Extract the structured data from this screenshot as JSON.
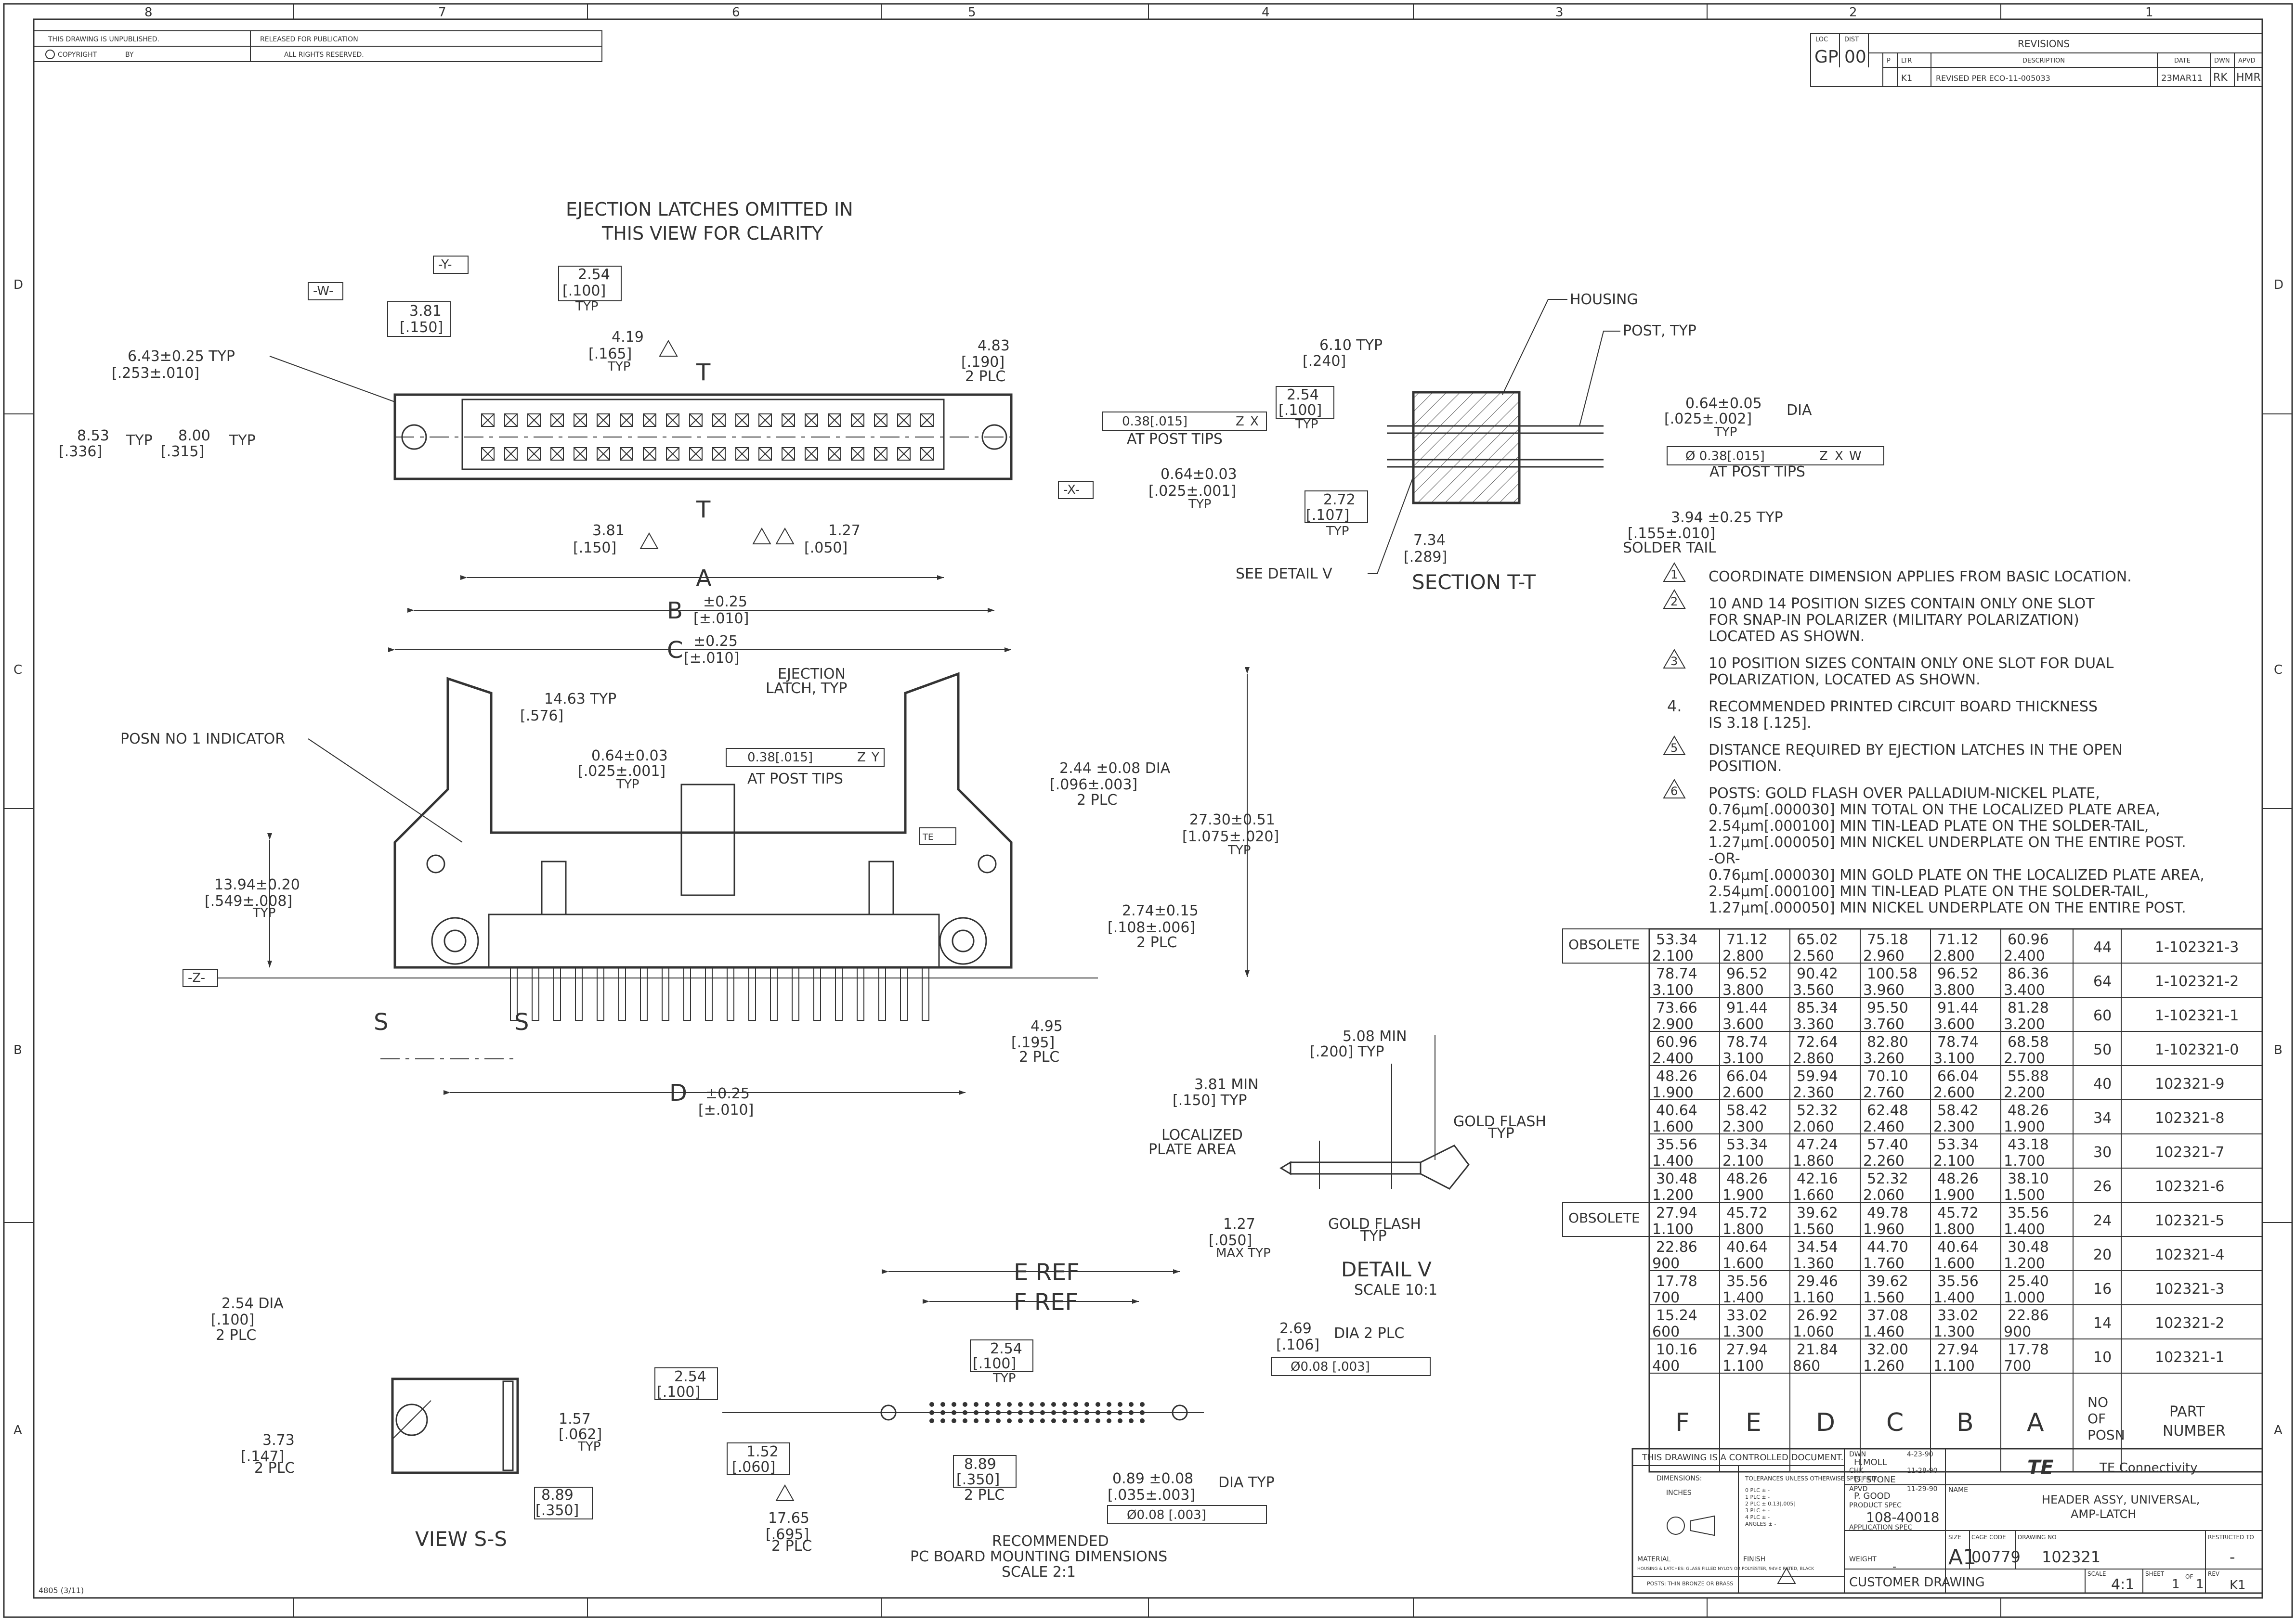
{
  "border": {
    "columns": [
      "8",
      "7",
      "6",
      "5",
      "4",
      "3",
      "2",
      "1"
    ],
    "rows": [
      "D",
      "C",
      "B",
      "A"
    ]
  },
  "title_block_top": {
    "unpublished": "THIS DRAWING IS UNPUBLISHED.",
    "released": "RELEASED FOR PUBLICATION",
    "copyright": "COPYRIGHT",
    "by": "BY",
    "rights": "ALL RIGHTS RESERVED."
  },
  "revisions": {
    "title": "REVISIONS",
    "loc_label": "LOC",
    "loc": "GP",
    "dist_label": "DIST",
    "dist": "00",
    "headers": [
      "P",
      "LTR",
      "DESCRIPTION",
      "DATE",
      "DWN",
      "APVD"
    ],
    "row": {
      "ltr": "K1",
      "desc": "REVISED PER ECO-11-005033",
      "date": "23MAR11",
      "dwn": "RK",
      "apvd": "HMR"
    }
  },
  "top_view": {
    "caption": [
      "EJECTION LATCHES OMITTED IN",
      "THIS VIEW FOR CLARITY"
    ],
    "labels": {
      "y": "-Y-",
      "w": "-W-",
      "x": "-X-",
      "d381": "3.81",
      "d150": "[.150]",
      "d254": "2.54",
      "d100": "[.100]",
      "typ": "TYP",
      "d419": "4.19",
      "d165": "[.165]",
      "d483": "4.83",
      "d190": "[.190]",
      "plc2": "2 PLC",
      "d643": "6.43±0.25 TYP",
      "d253": "[.253±.010]",
      "d853": "8.53",
      "d336": "[.336]",
      "d800": "8.00",
      "d315": "[.315]",
      "t": "T",
      "d381b": "3.81",
      "d150b": "[.150]",
      "d127": "1.27",
      "d050": "[.050]",
      "a": "A",
      "b": "B",
      "c": "C",
      "tol": "±0.25",
      "toli": "[±.010]"
    }
  },
  "front_view": {
    "d1463": "14.63 TYP",
    "d576": "[.576]",
    "ejection": [
      "EJECTION",
      "LATCH, TYP"
    ],
    "posn": "POSN NO 1 INDICATOR",
    "d064": "0.64±0.03",
    "d025": "[.025±.001]",
    "typ": "TYP",
    "fcf": "0.38[.015]",
    "fcf_refs": [
      "Z",
      "Y"
    ],
    "at_post": "AT POST TIPS",
    "d244": "2.44 ±0.08 DIA",
    "d096": "[.096±.003]",
    "plc2": "2 PLC",
    "d2730": "27.30±0.51",
    "d1075": "[1.075±.020]",
    "d1394": "13.94±0.20",
    "d549": "[.549±.008]",
    "d274": "2.74±0.15",
    "d108": "[.108±.006]",
    "z": "-Z-",
    "s": "S",
    "d495": "4.95",
    "d195": "[.195]",
    "d": "D",
    "tol": "±0.25",
    "toli": "[±.010]"
  },
  "section_tt": {
    "housing": "HOUSING",
    "post": "POST, TYP",
    "d610": "6.10 TYP",
    "d240": "[.240]",
    "d254": "2.54",
    "d100": "[.100]",
    "typ": "TYP",
    "fcf1": "0.38[.015]",
    "fcf1_refs": [
      "Z",
      "X"
    ],
    "at_post": "AT POST TIPS",
    "d064": "0.64±0.03",
    "d025": "[.025±.001]",
    "d064b": "0.64±0.05",
    "d025b": "[.025±.002]",
    "dia": "DIA",
    "fcf2": "Ø 0.38[.015]",
    "fcf2_refs": [
      "Z",
      "X",
      "W"
    ],
    "d272": "2.72",
    "d107": "[.107]",
    "d394": "3.94 ±0.25 TYP",
    "d155": "[.155±.010]",
    "solder": "SOLDER TAIL",
    "d734": "7.34",
    "d289": "[.289]",
    "see_detail": "SEE DETAIL V",
    "title": "SECTION T-T"
  },
  "notes": [
    {
      "num": "1",
      "flag": true,
      "text": [
        "COORDINATE DIMENSION APPLIES FROM BASIC LOCATION."
      ]
    },
    {
      "num": "2",
      "flag": true,
      "text": [
        "10 AND 14 POSITION SIZES CONTAIN ONLY ONE SLOT",
        "FOR SNAP-IN POLARIZER (MILITARY POLARIZATION)",
        "LOCATED AS SHOWN."
      ]
    },
    {
      "num": "3",
      "flag": true,
      "text": [
        "10 POSITION SIZES CONTAIN ONLY ONE SLOT FOR DUAL",
        "POLARIZATION, LOCATED AS SHOWN."
      ]
    },
    {
      "num": "4.",
      "flag": false,
      "text": [
        "RECOMMENDED PRINTED CIRCUIT BOARD THICKNESS",
        "IS 3.18 [.125]."
      ]
    },
    {
      "num": "5",
      "flag": true,
      "text": [
        "DISTANCE REQUIRED BY EJECTION LATCHES IN THE OPEN",
        "POSITION."
      ]
    },
    {
      "num": "6",
      "flag": true,
      "text": [
        "POSTS: GOLD FLASH OVER PALLADIUM-NICKEL PLATE,",
        "0.76µm[.000030] MIN TOTAL ON THE LOCALIZED PLATE AREA,",
        "2.54µm[.000100] MIN TIN-LEAD PLATE ON THE SOLDER-TAIL,",
        "1.27µm[.000050] MIN NICKEL UNDERPLATE ON THE ENTIRE POST.",
        "-OR-",
        "0.76µm[.000030] MIN GOLD PLATE ON THE LOCALIZED PLATE AREA,",
        "2.54µm[.000100] MIN TIN-LEAD PLATE ON THE SOLDER-TAIL,",
        "1.27µm[.000050] MIN NICKEL UNDERPLATE ON THE ENTIRE POST."
      ]
    }
  ],
  "table": {
    "rows": [
      {
        "obs": "OBSOLETE",
        "f": [
          "53.34",
          "2.100"
        ],
        "e": [
          "71.12",
          "2.800"
        ],
        "d": [
          "65.02",
          "2.560"
        ],
        "c": [
          "75.18",
          "2.960"
        ],
        "b": [
          "71.12",
          "2.800"
        ],
        "a": [
          "60.96",
          "2.400"
        ],
        "posn": "44",
        "pn": "1-102321-3"
      },
      {
        "obs": "",
        "f": [
          "78.74",
          "3.100"
        ],
        "e": [
          "96.52",
          "3.800"
        ],
        "d": [
          "90.42",
          "3.560"
        ],
        "c": [
          "100.58",
          "3.960"
        ],
        "b": [
          "96.52",
          "3.800"
        ],
        "a": [
          "86.36",
          "3.400"
        ],
        "posn": "64",
        "pn": "1-102321-2"
      },
      {
        "obs": "",
        "f": [
          "73.66",
          "2.900"
        ],
        "e": [
          "91.44",
          "3.600"
        ],
        "d": [
          "85.34",
          "3.360"
        ],
        "c": [
          "95.50",
          "3.760"
        ],
        "b": [
          "91.44",
          "3.600"
        ],
        "a": [
          "81.28",
          "3.200"
        ],
        "posn": "60",
        "pn": "1-102321-1"
      },
      {
        "obs": "",
        "f": [
          "60.96",
          "2.400"
        ],
        "e": [
          "78.74",
          "3.100"
        ],
        "d": [
          "72.64",
          "2.860"
        ],
        "c": [
          "82.80",
          "3.260"
        ],
        "b": [
          "78.74",
          "3.100"
        ],
        "a": [
          "68.58",
          "2.700"
        ],
        "posn": "50",
        "pn": "1-102321-0"
      },
      {
        "obs": "",
        "f": [
          "48.26",
          "1.900"
        ],
        "e": [
          "66.04",
          "2.600"
        ],
        "d": [
          "59.94",
          "2.360"
        ],
        "c": [
          "70.10",
          "2.760"
        ],
        "b": [
          "66.04",
          "2.600"
        ],
        "a": [
          "55.88",
          "2.200"
        ],
        "posn": "40",
        "pn": "102321-9"
      },
      {
        "obs": "",
        "f": [
          "40.64",
          "1.600"
        ],
        "e": [
          "58.42",
          "2.300"
        ],
        "d": [
          "52.32",
          "2.060"
        ],
        "c": [
          "62.48",
          "2.460"
        ],
        "b": [
          "58.42",
          "2.300"
        ],
        "a": [
          "48.26",
          "1.900"
        ],
        "posn": "34",
        "pn": "102321-8"
      },
      {
        "obs": "",
        "f": [
          "35.56",
          "1.400"
        ],
        "e": [
          "53.34",
          "2.100"
        ],
        "d": [
          "47.24",
          "1.860"
        ],
        "c": [
          "57.40",
          "2.260"
        ],
        "b": [
          "53.34",
          "2.100"
        ],
        "a": [
          "43.18",
          "1.700"
        ],
        "posn": "30",
        "pn": "102321-7"
      },
      {
        "obs": "",
        "f": [
          "30.48",
          "1.200"
        ],
        "e": [
          "48.26",
          "1.900"
        ],
        "d": [
          "42.16",
          "1.660"
        ],
        "c": [
          "52.32",
          "2.060"
        ],
        "b": [
          "48.26",
          "1.900"
        ],
        "a": [
          "38.10",
          "1.500"
        ],
        "posn": "26",
        "pn": "102321-6"
      },
      {
        "obs": "OBSOLETE",
        "f": [
          "27.94",
          "1.100"
        ],
        "e": [
          "45.72",
          "1.800"
        ],
        "d": [
          "39.62",
          "1.560"
        ],
        "c": [
          "49.78",
          "1.960"
        ],
        "b": [
          "45.72",
          "1.800"
        ],
        "a": [
          "35.56",
          "1.400"
        ],
        "posn": "24",
        "pn": "102321-5"
      },
      {
        "obs": "",
        "f": [
          "22.86",
          "900"
        ],
        "e": [
          "40.64",
          "1.600"
        ],
        "d": [
          "34.54",
          "1.360"
        ],
        "c": [
          "44.70",
          "1.760"
        ],
        "b": [
          "40.64",
          "1.600"
        ],
        "a": [
          "30.48",
          "1.200"
        ],
        "posn": "20",
        "pn": "102321-4"
      },
      {
        "obs": "",
        "f": [
          "17.78",
          "700"
        ],
        "e": [
          "35.56",
          "1.400"
        ],
        "d": [
          "29.46",
          "1.160"
        ],
        "c": [
          "39.62",
          "1.560"
        ],
        "b": [
          "35.56",
          "1.400"
        ],
        "a": [
          "25.40",
          "1.000"
        ],
        "posn": "16",
        "pn": "102321-3"
      },
      {
        "obs": "",
        "f": [
          "15.24",
          "600"
        ],
        "e": [
          "33.02",
          "1.300"
        ],
        "d": [
          "26.92",
          "1.060"
        ],
        "c": [
          "37.08",
          "1.460"
        ],
        "b": [
          "33.02",
          "1.300"
        ],
        "a": [
          "22.86",
          "900"
        ],
        "posn": "14",
        "pn": "102321-2"
      },
      {
        "obs": "",
        "f": [
          "10.16",
          "400"
        ],
        "e": [
          "27.94",
          "1.100"
        ],
        "d": [
          "21.84",
          "860"
        ],
        "c": [
          "32.00",
          "1.260"
        ],
        "b": [
          "27.94",
          "1.100"
        ],
        "a": [
          "17.78",
          "700"
        ],
        "posn": "10",
        "pn": "102321-1"
      }
    ],
    "footer": {
      "f": "F",
      "e": "E",
      "d": "D",
      "c": "C",
      "b": "B",
      "a": "A",
      "posn": [
        "NO",
        "OF",
        "POSN"
      ],
      "pn": [
        "PART",
        "NUMBER"
      ]
    }
  },
  "detail_v": {
    "d508": "5.08 MIN",
    "d200": "[.200] TYP",
    "d381": "3.81 MIN",
    "d150": "[.150] TYP",
    "gold": "GOLD FLASH",
    "typ": "TYP",
    "localized": [
      "LOCALIZED",
      "PLATE AREA"
    ],
    "d127": "1.27",
    "d050": "[.050]",
    "maxtyp": "MAX TYP",
    "title": "DETAIL V",
    "scale": "SCALE 10:1"
  },
  "view_ss": {
    "d254": "2.54 DIA",
    "d100": "[.100]",
    "plc2": "2 PLC",
    "d373": "3.73",
    "d147": "[.147]",
    "d157": "1.57",
    "d062": "[.062]",
    "typ": "TYP",
    "d889": "8.89",
    "d350": "[.350]",
    "title": "VIEW S-S"
  },
  "pcb": {
    "e": "E REF",
    "f": "F REF",
    "d254": "2.54",
    "d100": "[.100]",
    "typ": "TYP",
    "d269": "2.69",
    "d106": "[.106]",
    "dia2": "DIA 2 PLC",
    "fcf": "Ø0.08 [.003]",
    "d152": "1.52",
    "d060": "[.060]",
    "d889": "8.89",
    "d350": "[.350]",
    "plc2": "2 PLC",
    "d089": "0.89 ±0.08",
    "d035": "[.035±.003]",
    "diatyp": "DIA TYP",
    "d1765": "17.65",
    "d695": "[.695]",
    "title": [
      "RECOMMENDED",
      "PC BOARD MOUNTING DIMENSIONS",
      "SCALE 2:1"
    ]
  },
  "title_block": {
    "controlled": "THIS DRAWING IS A CONTROLLED DOCUMENT.",
    "dwn_label": "DWN",
    "dwn": "H.MOLL",
    "dwn_date": "4-23-90",
    "chk_label": "CHK",
    "chk": "D. STONE",
    "chk_date": "11-28-90",
    "appvd_label": "APVD",
    "appvd": "P. GOOD",
    "appvd_date": "11-29-90",
    "dimensions": "DIMENSIONS:",
    "inches": "INCHES",
    "tolerances": "TOLERANCES UNLESS OTHERWISE SPECIFIED:",
    "plc": [
      "0 PLC ±  -",
      "1 PLC ±  -",
      "2 PLC ± 0.13[.005]",
      "3 PLC ±  -",
      "4 PLC ±  -",
      "ANGLES ±  -"
    ],
    "product_spec_label": "PRODUCT SPEC",
    "product_spec": "108-40018",
    "application_spec_label": "APPLICATION SPEC",
    "material_label": "MATERIAL",
    "material": "HOUSING & LATCHES: GLASS FILLED NYLON OR POLYESTER, 94V-0 RATED, BLACK",
    "posts": "POSTS: THIN BRONZE OR BRASS",
    "finish_label": "FINISH",
    "weight_label": "WEIGHT",
    "weight": "-",
    "customer": "CUSTOMER DRAWING",
    "company": "TE Connectivity",
    "logo": "TE",
    "name_label": "NAME",
    "name": [
      "HEADER ASSY, UNIVERSAL,",
      "AMP-LATCH"
    ],
    "size_label": "SIZE",
    "size": "A1",
    "cage_label": "CAGE CODE",
    "cage": "00779",
    "dwg_label": "DRAWING NO",
    "dwg": "102321",
    "restricted_label": "RESTRICTED TO",
    "restricted": "-",
    "scale_label": "SCALE",
    "scale": "4:1",
    "sheet_label": "SHEET",
    "sheet": "1",
    "of": "OF",
    "sheets": "1",
    "rev_label": "REV",
    "rev": "K1",
    "form": "4805 (3/11)"
  }
}
